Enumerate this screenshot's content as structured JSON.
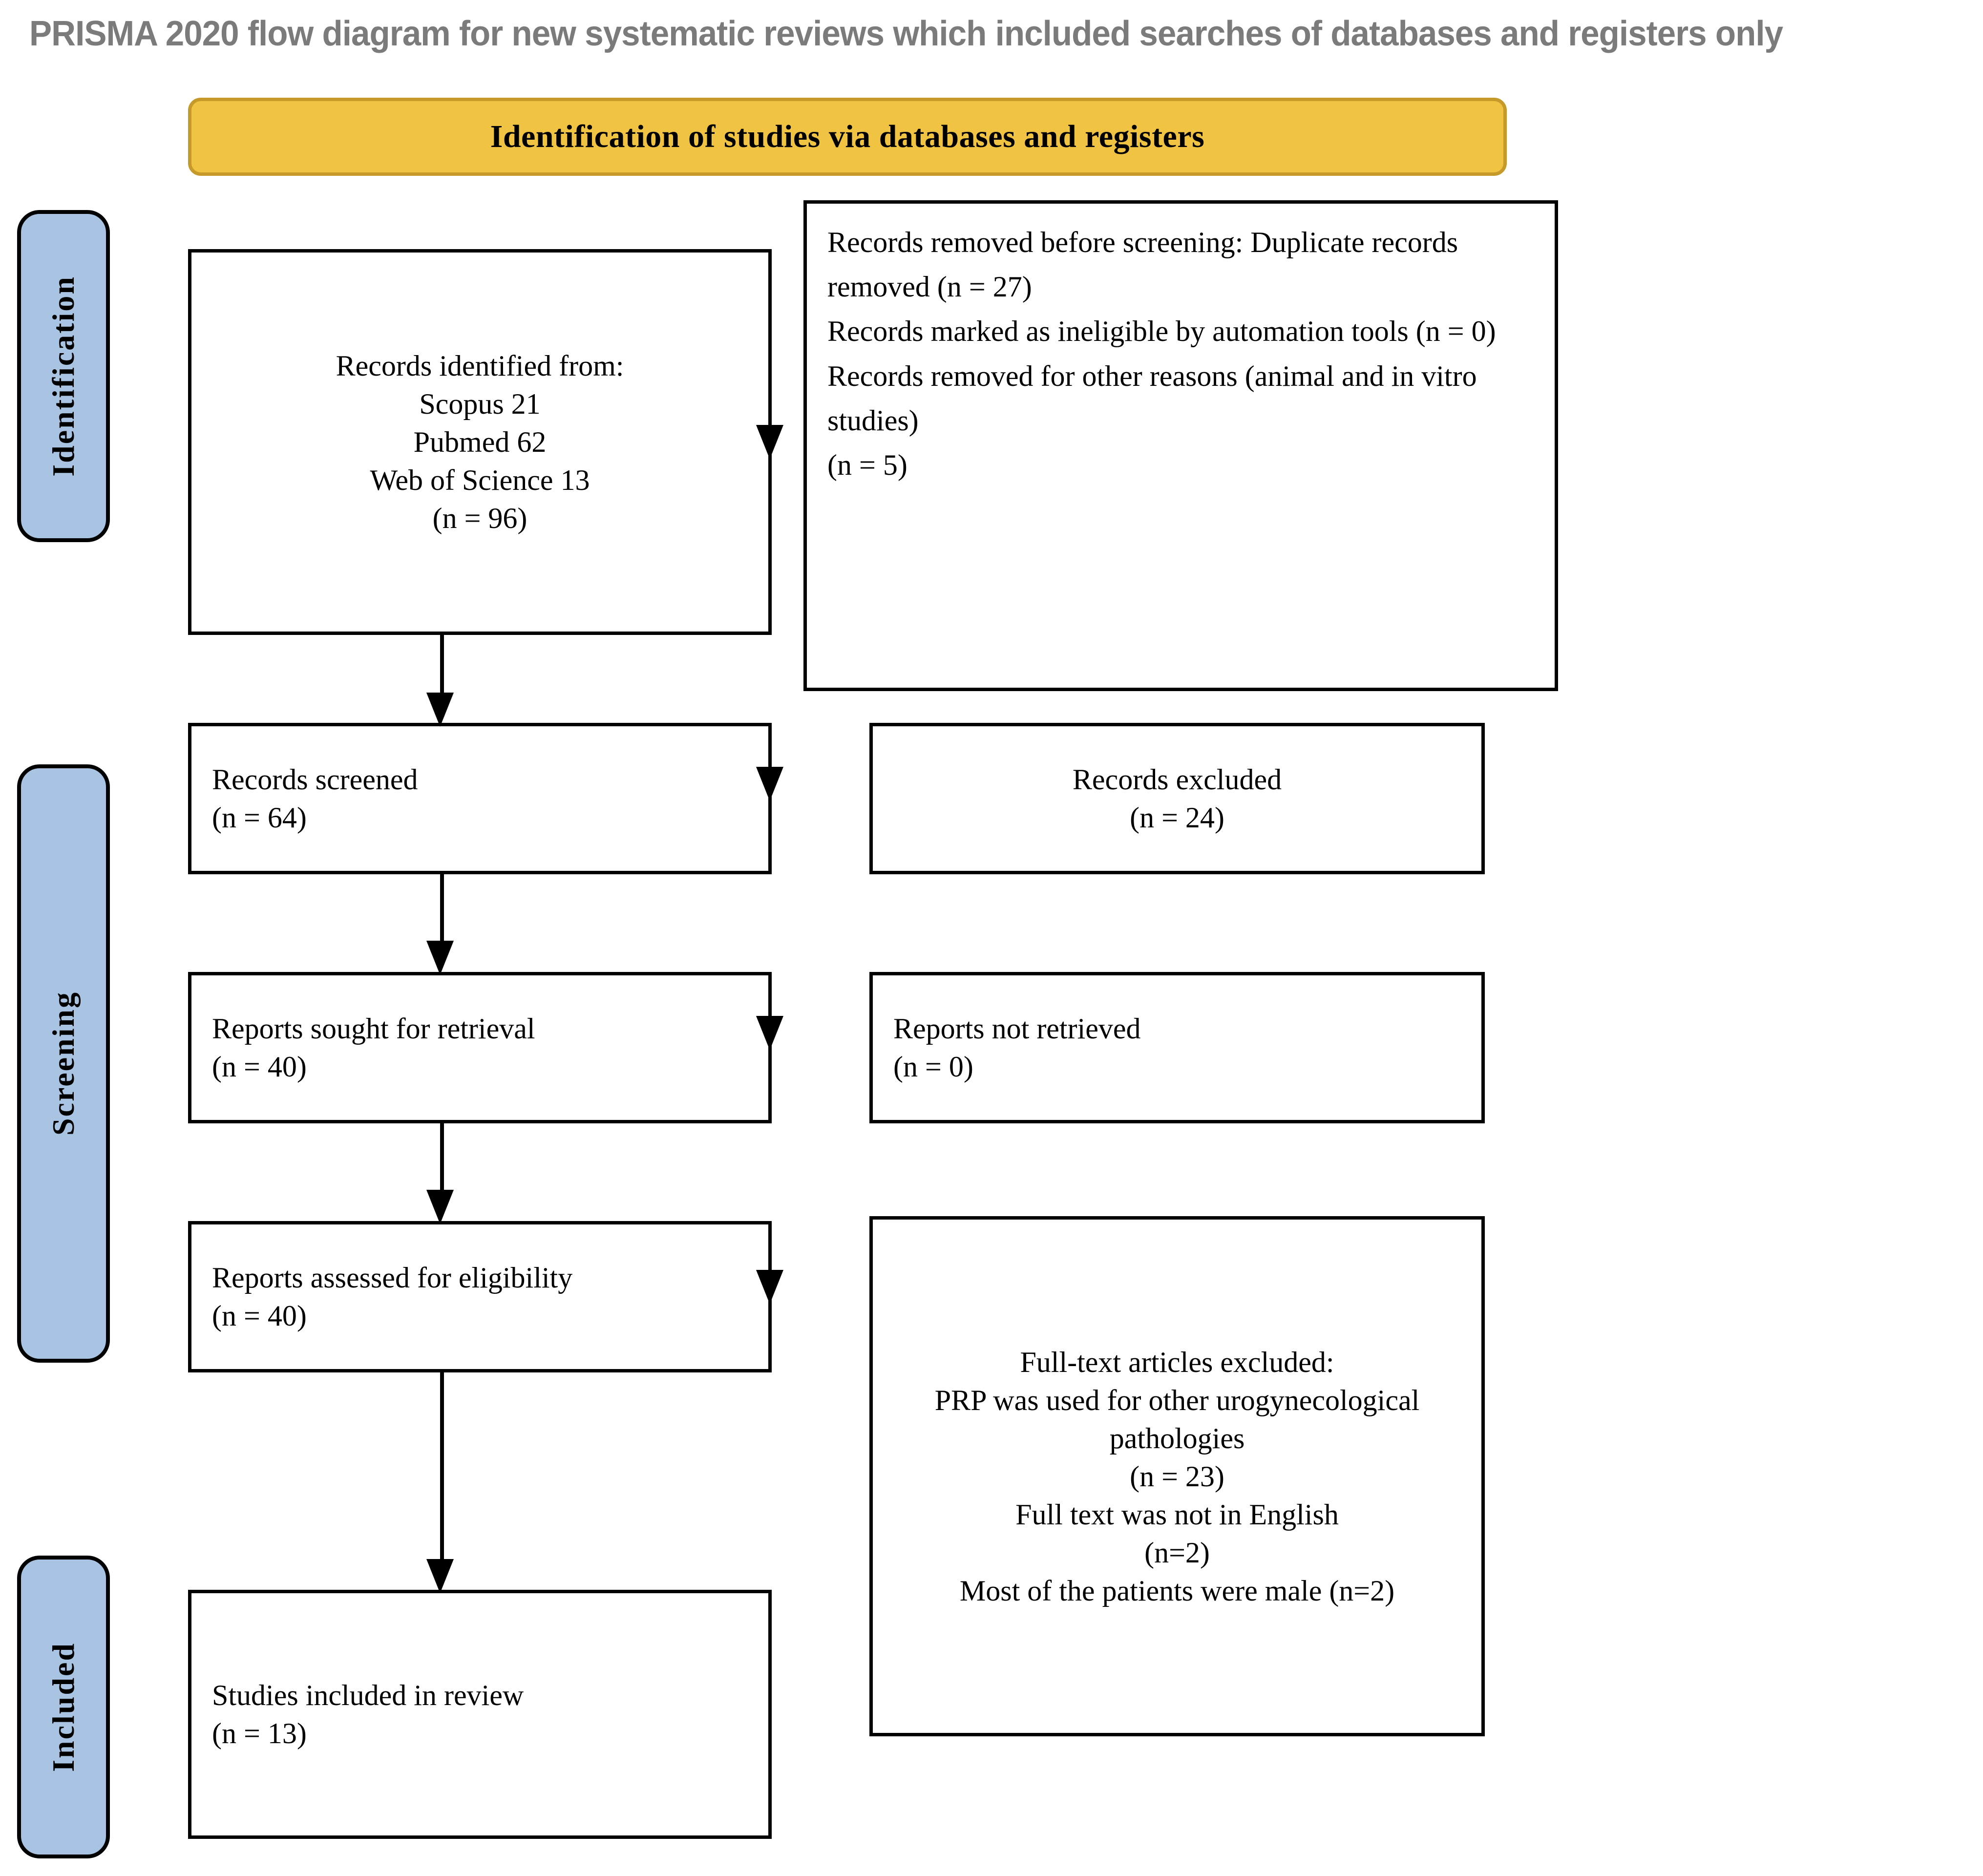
{
  "title": "PRISMA 2020 flow diagram for new systematic reviews which included searches of databases and registers only",
  "banner": {
    "label": "Identification of studies via databases and registers",
    "fill_color": "#F0C342",
    "border_color": "#C59A2B"
  },
  "stages": [
    {
      "id": "identification",
      "label": "Identification",
      "fill_color": "#A8C4E2"
    },
    {
      "id": "screening",
      "label": "Screening",
      "fill_color": "#A8C4E2"
    },
    {
      "id": "included",
      "label": "Included",
      "fill_color": "#A8C4E2"
    }
  ],
  "boxes": {
    "identified": "Records identified from:\nScopus 21\nPubmed 62\nWeb of Science 13\n(n = 96)",
    "removed": "Records removed before screening: Duplicate records removed (n = 27)\nRecords marked as ineligible by automation tools (n = 0)\nRecords removed for other reasons (animal and in vitro studies)\n(n = 5)",
    "screened": "Records screened\n(n = 64)",
    "excluded": "Records excluded\n(n = 24)",
    "sought": "Reports sought for retrieval\n(n = 40)",
    "not_retrieved": "Reports not retrieved\n(n = 0)",
    "assessed": "Reports assessed for eligibility\n(n = 40)",
    "fulltext_excluded": "Full-text articles excluded:\nPRP was used for other urogynecological pathologies\n(n = 23)\nFull text was not in English\n(n=2)\nMost of the patients were male (n=2)",
    "included": "Studies included in review\n(n = 13)"
  },
  "counts": {
    "scopus": 21,
    "pubmed": 62,
    "web_of_science": 13,
    "identified_total": 96,
    "duplicates_removed": 27,
    "ineligible_automation": 0,
    "removed_other_reasons": 5,
    "screened": 64,
    "records_excluded": 24,
    "reports_sought": 40,
    "reports_not_retrieved": 0,
    "reports_assessed": 40,
    "fulltext_excluded_other_pathologies": 23,
    "fulltext_excluded_not_english": 2,
    "fulltext_excluded_male": 2,
    "studies_included": 13
  }
}
